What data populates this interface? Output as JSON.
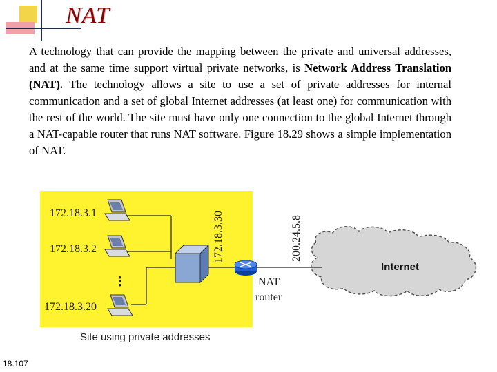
{
  "slide": {
    "title": "NAT",
    "paragraph": {
      "part1": "A technology that can provide the mapping between the private and universal addresses, and at the same time support virtual private networks, is ",
      "bold": "Network Address Translation (NAT).",
      "part2": " The technology allows a site to use a set of private addresses for internal communication and a set of global Internet addresses (at least one) for communication with the rest of the world. The site must have only one connection to the global Internet through a NAT-capable router that runs NAT software. Figure 18.29 shows a simple implementation of NAT."
    },
    "slide_number": "18.107"
  },
  "diagram": {
    "hosts": [
      "172.18.3.1",
      "172.18.3.2",
      "172.18.3.20"
    ],
    "ellipsis": "...",
    "router_private_ip": "172.18.3.30",
    "router_global_ip": "200.24.5.8",
    "router_label_line1": "NAT",
    "router_label_line2": "router",
    "cloud_label": "Internet",
    "caption": "Site using private addresses",
    "colors": {
      "site_bg": "#fff22e",
      "title": "#8b0000",
      "router": "#1e5fd6",
      "switch_front": "#7f9bc7"
    }
  }
}
